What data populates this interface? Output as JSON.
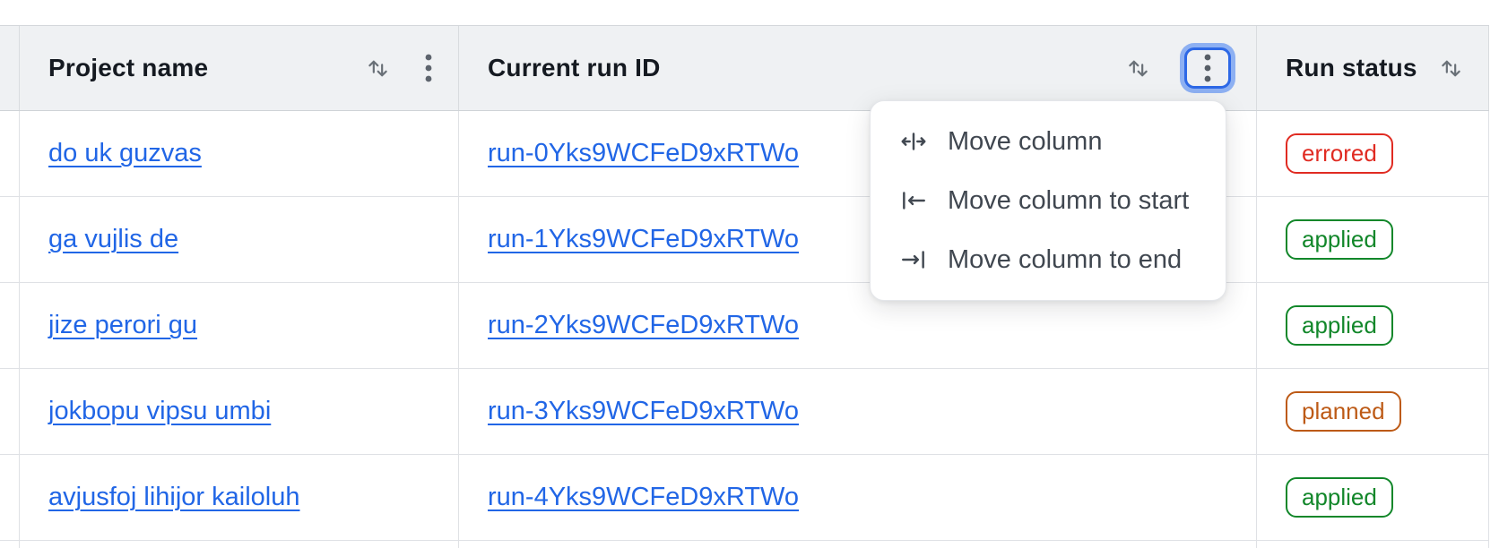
{
  "table": {
    "columns": [
      {
        "key": "project",
        "label": "Project name",
        "has_sort": true,
        "has_menu": true,
        "menu_open": false
      },
      {
        "key": "runid",
        "label": "Current run ID",
        "has_sort": true,
        "has_menu": true,
        "menu_open": true
      },
      {
        "key": "status",
        "label": "Run status",
        "has_sort": true,
        "has_menu": false,
        "menu_open": false
      }
    ],
    "rows": [
      {
        "project": "do uk guzvas",
        "run_id": "run-0Yks9WCFeD9xRTWo",
        "status": "errored"
      },
      {
        "project": "ga vujlis de",
        "run_id": "run-1Yks9WCFeD9xRTWo",
        "status": "applied"
      },
      {
        "project": "jize perori gu",
        "run_id": "run-2Yks9WCFeD9xRTWo",
        "status": "applied"
      },
      {
        "project": "jokbopu vipsu umbi",
        "run_id": "run-3Yks9WCFeD9xRTWo",
        "status": "planned"
      },
      {
        "project": "avjusfoj lihijor kailoluh",
        "run_id": "run-4Yks9WCFeD9xRTWo",
        "status": "applied"
      }
    ]
  },
  "menu": {
    "items": [
      {
        "icon": "move-column-icon",
        "label": "Move column"
      },
      {
        "icon": "move-column-to-start-icon",
        "label": "Move column to start"
      },
      {
        "icon": "move-column-to-end-icon",
        "label": "Move column to end"
      }
    ]
  },
  "colors": {
    "link": "#2166e6",
    "header_bg": "#eff1f3",
    "focus_ring_inner": "#2d68e6",
    "focus_ring_outer": "#8db0f2",
    "status": {
      "errored": "#e02b22",
      "applied": "#12872a",
      "planned": "#bd5a16"
    }
  }
}
